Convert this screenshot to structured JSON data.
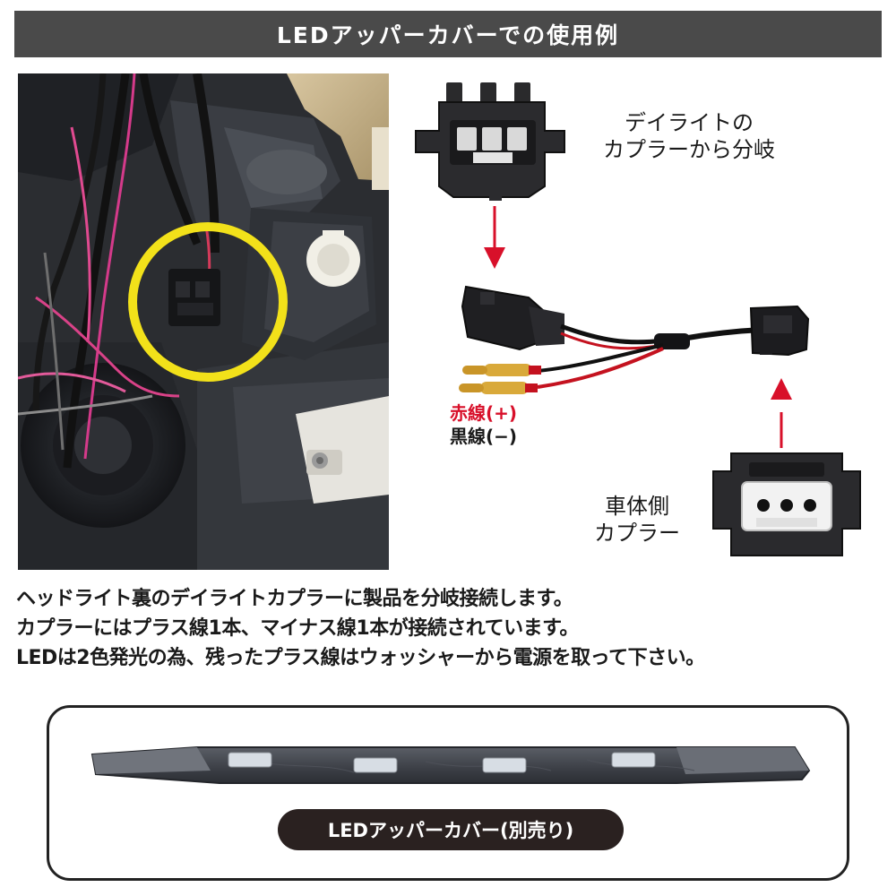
{
  "header": {
    "title": "LEDアッパーカバーでの使用例"
  },
  "diagram": {
    "daylight_label": [
      "デイライトの",
      "カプラーから分岐"
    ],
    "vehicle_label": [
      "車体側",
      "カプラー"
    ],
    "wire_red": "赤線(+)",
    "wire_black": "黒線(−)"
  },
  "description": {
    "lines": [
      "ヘッドライト裏のデイライトカプラーに製品を分岐接続します。",
      "カプラーにはプラス線1本、マイナス線1本が接続されています。",
      "LEDは2色発光の為、残ったプラス線はウォッシャーから電源を取って下さい。"
    ]
  },
  "product": {
    "caption": "LEDアッパーカバー(別売り)"
  },
  "colors": {
    "header_bg": "#4a4a4a",
    "highlight_circle": "#f2e11a",
    "arrow": "#d8102a",
    "caption_bg": "#2a2120"
  }
}
